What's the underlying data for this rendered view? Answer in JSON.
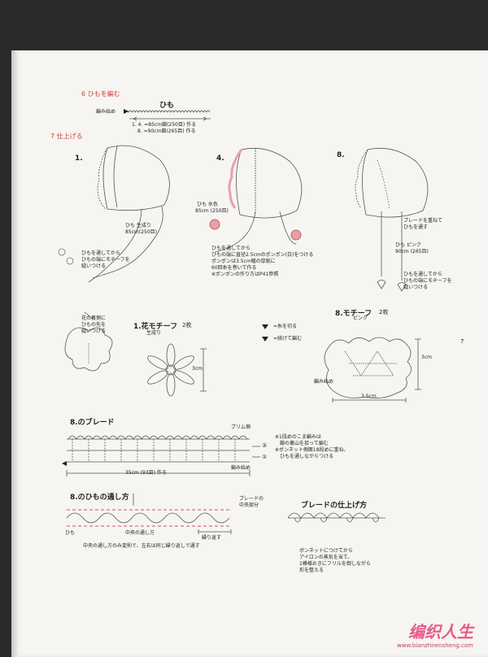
{
  "page_number": "7",
  "section6": {
    "title": "6 ひもを編む",
    "cord_label": "ひも",
    "start_label": "編み始め",
    "size1": "1. 4. =85cm鎖(250目) 作る",
    "size2": "8. =90cm鎖(265目) 作る"
  },
  "section7": {
    "title": "7 仕上げる",
    "fig1": {
      "num": "1.",
      "cord_line1": "ひも 生成り",
      "cord_line2": "85cm(250目)",
      "note1": "ひもを通してから",
      "note2": "ひもの端にモチーフを",
      "note3": "縫いつける"
    },
    "fig4": {
      "num": "4.",
      "cord_line1": "ひも 水色",
      "cord_line2": "85cm (250目)",
      "note1": "ひもを通してから",
      "note2": "ひもの端に直径2.5cmのポンポン(白)をつける",
      "note3": "ポンポンは3.5cm幅の厚紙に",
      "note4": "60回糸を巻いて作る",
      "note5": "※ポンポンの作り方はP41参照"
    },
    "fig8": {
      "num": "8.",
      "braid1": "ブレードを重ねて",
      "braid2": "ひもを通す",
      "cord_line1": "ひも ピンク",
      "cord_line2": "90cm (265目)",
      "note1": "ひもを通してから",
      "note2": "ひもの端にモチーフを",
      "note3": "縫いつける"
    }
  },
  "motif_attach": {
    "line1": "花の裏側に",
    "line2": "ひもの先を",
    "line3": "縫いつける"
  },
  "flower_motif": {
    "title": "1.花モチーフ",
    "count": "2枚",
    "color": "生成り",
    "height": "3cm"
  },
  "legend": {
    "cut": "=糸を切る",
    "continue": "=続けて編む"
  },
  "motif8": {
    "title": "8.モチーフ",
    "count": "2枚",
    "color": "ピンク",
    "height": "3cm",
    "width": "3.5cm",
    "start": "編み始め"
  },
  "braid8": {
    "title": "8.のブレード",
    "picot_side": "ブリム側",
    "row2": "②",
    "row1": "①",
    "length": "35cm (93目) 作る",
    "start": "編み始め",
    "note1": "※1段めのこま編みは",
    "note2": "鎖の裏山を拾って編む",
    "note3": "※ボンネット側面18段めに重ね、",
    "note4": "ひもを通しながらつける"
  },
  "threading": {
    "title": "8.のひもの通し方",
    "braid_center1": "ブレードの",
    "braid_center2": "中央部分",
    "cord": "ひも",
    "center_method": "中央の通し方",
    "repeat": "繰り返す",
    "note": "中央の通し方のみ変則で、左右は同じ繰り返しで通す"
  },
  "finishing": {
    "title": "ブレードの仕上げ方",
    "note1": "ボンネットにつけてから",
    "note2": "アイロンの蒸気を当て、",
    "note3": "1模様おきにフリルを倒しながら",
    "note4": "形を整える"
  },
  "watermark": {
    "logo": "编织人生",
    "url": "www.bianzhirensheng.com"
  },
  "colors": {
    "accent_red": "#d04040",
    "pink": "#e8a0a8",
    "line": "#555555"
  }
}
